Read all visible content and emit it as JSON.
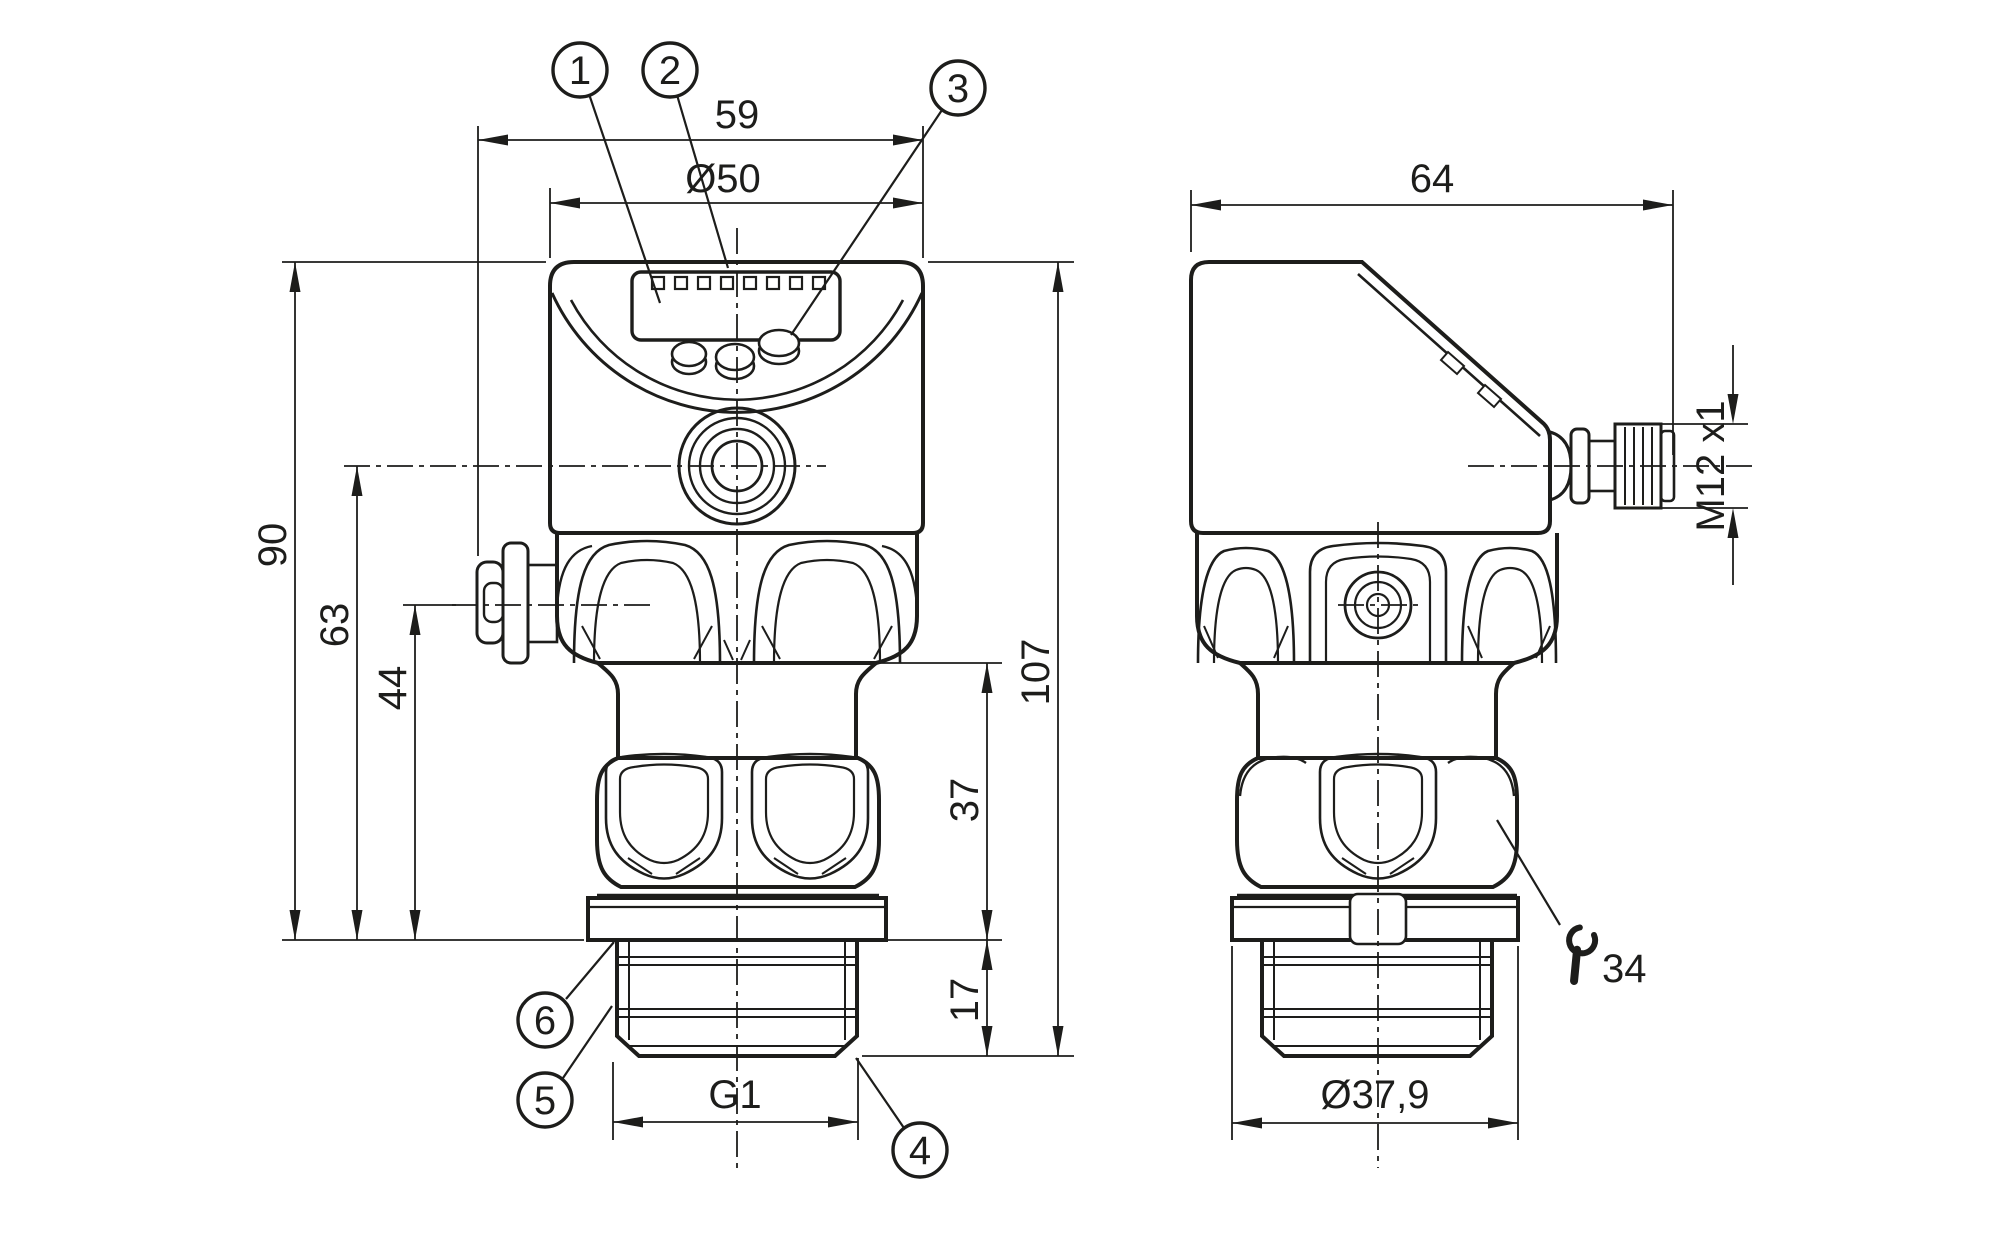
{
  "drawing": {
    "stroke_color": "#1d1d1b",
    "background": "#ffffff"
  },
  "callouts": {
    "c1": "1",
    "c2": "2",
    "c3": "3",
    "c4": "4",
    "c5": "5",
    "c6": "6"
  },
  "dimensions": {
    "front_overall_width": "59",
    "display_bezel_diameter": "Ø50",
    "housing_height": "90",
    "connector_axis_height": "63",
    "side_port_axis_height": "44",
    "overall_height": "107",
    "lower_section_height": "37",
    "thread_length": "17",
    "process_connection_thread": "G1",
    "side_depth": "64",
    "electrical_connector_thread": "M12 x1",
    "collar_diameter": "Ø37,9",
    "spanner_size": "34"
  }
}
